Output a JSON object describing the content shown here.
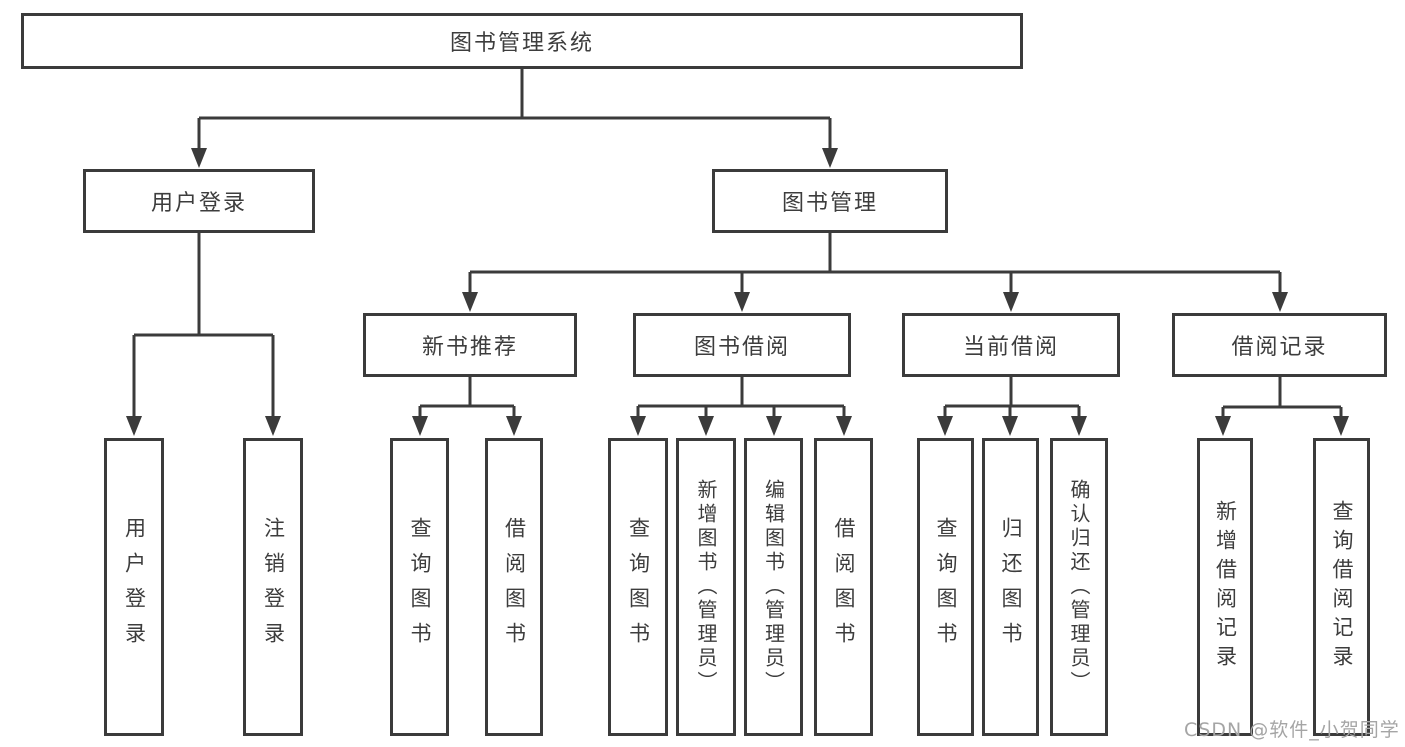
{
  "tree": {
    "root": "图书管理系统",
    "login": {
      "label": "用户登录",
      "children": [
        "用户登录",
        "注销登录"
      ]
    },
    "management": {
      "label": "图书管理",
      "sections": [
        {
          "label": "新书推荐",
          "children": [
            "查询图书",
            "借阅图书"
          ]
        },
        {
          "label": "图书借阅",
          "children": [
            "查询图书",
            "新增图书（管理员）",
            "编辑图书（管理员）",
            "借阅图书"
          ]
        },
        {
          "label": "当前借阅",
          "children": [
            "查询图书",
            "归还图书",
            "确认归还（管理员）"
          ]
        },
        {
          "label": "借阅记录",
          "children": [
            "新增借阅记录",
            "查询借阅记录"
          ]
        }
      ]
    }
  },
  "watermark": "CSDN @软件_小贺同学",
  "colors": {
    "line": "#3b3b3b",
    "text": "#3d3d3d",
    "watermark": "#a5a5a5",
    "background": "#ffffff"
  }
}
